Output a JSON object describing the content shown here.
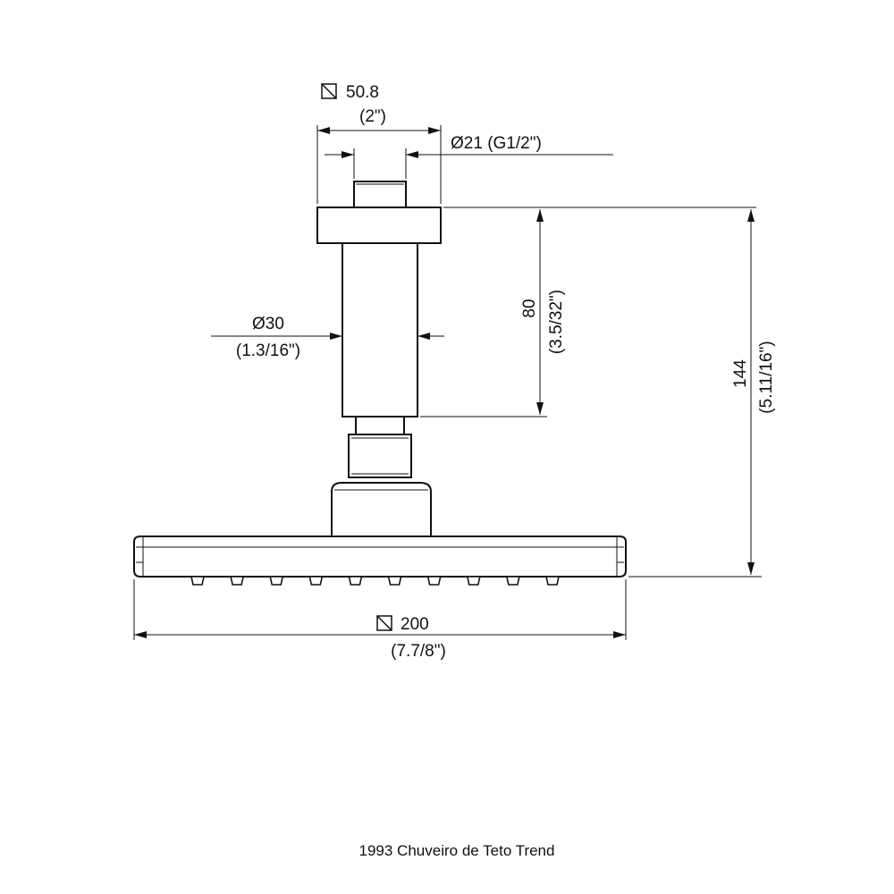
{
  "dimensions": {
    "flange_width": {
      "mm": "50.8",
      "inch": "(2\")"
    },
    "thread": {
      "label": "Ø21 (G1/2\")"
    },
    "tube_diameter": {
      "mm": "Ø30",
      "inch": "(1.3/16\")"
    },
    "tube_length": {
      "mm": "80",
      "inch": "(3.5/32\")"
    },
    "total_height": {
      "mm": "144",
      "inch": "(5.11/16\")"
    },
    "head_width": {
      "mm": "200",
      "inch": "(7.7/8\")"
    }
  },
  "caption": "1993 Chuveiro de Teto Trend",
  "nozzle_count": 10
}
